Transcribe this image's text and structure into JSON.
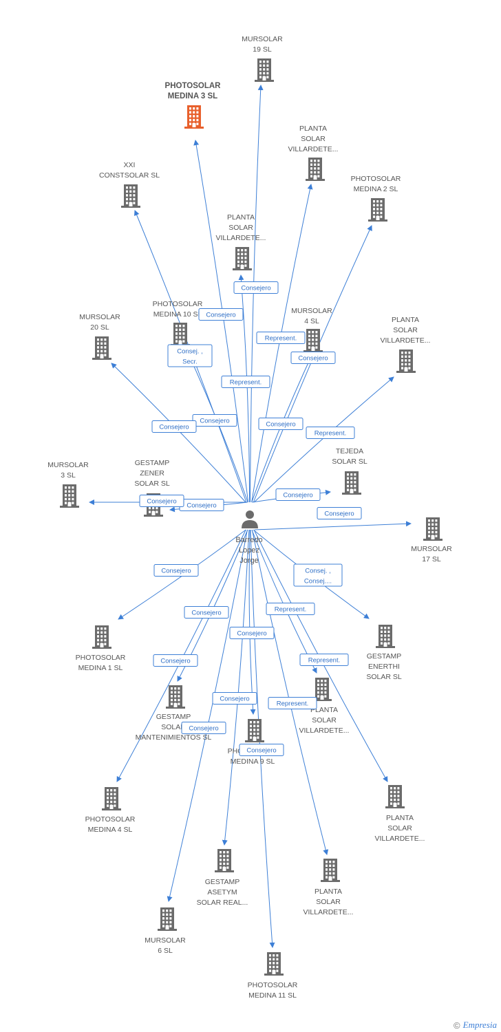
{
  "colors": {
    "edge": "#3d7fd6",
    "building": "#6b6b6b",
    "focus_building": "#e8602c",
    "person": "#6b6b6b"
  },
  "center": {
    "name_lines": [
      "Barredo",
      "Lopez",
      "Jorge"
    ],
    "icon": "person-icon"
  },
  "companies": [
    {
      "id": "photosolar-medina-3",
      "lines": [
        "PHOTOSOLAR",
        "MEDINA 3 SL"
      ],
      "focus": true
    },
    {
      "id": "mursolar-19",
      "lines": [
        "MURSOLAR",
        "19 SL"
      ]
    },
    {
      "id": "planta-villardete-a",
      "lines": [
        "PLANTA",
        "SOLAR",
        "VILLARDETE..."
      ]
    },
    {
      "id": "xxi-constsolar",
      "lines": [
        "XXI",
        "CONSTSOLAR SL"
      ]
    },
    {
      "id": "photosolar-medina-2",
      "lines": [
        "PHOTOSOLAR",
        "MEDINA 2 SL"
      ]
    },
    {
      "id": "planta-villardete-b",
      "lines": [
        "PLANTA",
        "SOLAR",
        "VILLARDETE..."
      ]
    },
    {
      "id": "photosolar-medina-10",
      "lines": [
        "PHOTOSOLAR",
        "MEDINA 10 SL"
      ]
    },
    {
      "id": "mursolar-4",
      "lines": [
        "MURSOLAR",
        "4 SL"
      ]
    },
    {
      "id": "mursolar-20",
      "lines": [
        "MURSOLAR",
        "20 SL"
      ]
    },
    {
      "id": "planta-villardete-c",
      "lines": [
        "PLANTA",
        "SOLAR",
        "VILLARDETE..."
      ]
    },
    {
      "id": "tejeda-solar",
      "lines": [
        "TEJEDA",
        "SOLAR  SL"
      ]
    },
    {
      "id": "mursolar-3",
      "lines": [
        "MURSOLAR",
        "3 SL"
      ]
    },
    {
      "id": "gestamp-zener",
      "lines": [
        "GESTAMP",
        "ZENER",
        "SOLAR SL"
      ]
    },
    {
      "id": "mursolar-17",
      "lines": [
        "MURSOLAR",
        "17 SL"
      ]
    },
    {
      "id": "photosolar-medina-1",
      "lines": [
        "PHOTOSOLAR",
        "MEDINA 1 SL"
      ]
    },
    {
      "id": "gestamp-enerthi",
      "lines": [
        "GESTAMP",
        "ENERTHI",
        "SOLAR SL"
      ]
    },
    {
      "id": "gestamp-solar-mant",
      "lines": [
        "GESTAMP",
        "SOLAR",
        "MANTENIMIENTOS SL"
      ]
    },
    {
      "id": "planta-villardete-d",
      "lines": [
        "PLANTA",
        "SOLAR",
        "VILLARDETE..."
      ]
    },
    {
      "id": "photosolar-medina-9",
      "lines": [
        "PHOTOSOLAR",
        "MEDINA 9 SL"
      ]
    },
    {
      "id": "photosolar-medina-4",
      "lines": [
        "PHOTOSOLAR",
        "MEDINA 4 SL"
      ]
    },
    {
      "id": "planta-villardete-e",
      "lines": [
        "PLANTA",
        "SOLAR",
        "VILLARDETE..."
      ]
    },
    {
      "id": "gestamp-asetym",
      "lines": [
        "GESTAMP",
        "ASETYM",
        "SOLAR REAL..."
      ]
    },
    {
      "id": "planta-villardete-f",
      "lines": [
        "PLANTA",
        "SOLAR",
        "VILLARDETE..."
      ]
    },
    {
      "id": "mursolar-6",
      "lines": [
        "MURSOLAR",
        "6 SL"
      ]
    },
    {
      "id": "photosolar-medina-11",
      "lines": [
        "PHOTOSOLAR",
        "MEDINA 11 SL"
      ]
    }
  ],
  "edges": [
    {
      "to": "photosolar-medina-3",
      "label": [
        "Consej. ,",
        "Secr."
      ]
    },
    {
      "to": "mursolar-19",
      "label": [
        "Represent."
      ]
    },
    {
      "to": "planta-villardete-a",
      "label": [
        "Represent."
      ]
    },
    {
      "to": "xxi-constsolar",
      "label": [
        "Consejero"
      ]
    },
    {
      "to": "photosolar-medina-2",
      "label": [
        "Consejero"
      ]
    },
    {
      "to": "planta-villardete-b",
      "label": [
        "Consejero"
      ]
    },
    {
      "to": "photosolar-medina-10",
      "label": [
        "Consejero"
      ]
    },
    {
      "to": "mursolar-4",
      "label": [
        "Consejero"
      ]
    },
    {
      "to": "mursolar-20",
      "label": [
        "Consejero"
      ]
    },
    {
      "to": "planta-villardete-c",
      "label": [
        "Represent."
      ]
    },
    {
      "to": "tejeda-solar",
      "label": [
        "Consejero"
      ]
    },
    {
      "to": "mursolar-3",
      "label": [
        "Consejero"
      ]
    },
    {
      "to": "gestamp-zener",
      "label": [
        "Consejero"
      ]
    },
    {
      "to": "mursolar-17",
      "label": [
        "Consejero"
      ]
    },
    {
      "to": "photosolar-medina-1",
      "label": [
        "Consejero"
      ]
    },
    {
      "to": "gestamp-enerthi",
      "label": [
        "Consej. ,",
        "Consej...."
      ]
    },
    {
      "to": "gestamp-solar-mant",
      "label": [
        "Consejero"
      ]
    },
    {
      "to": "planta-villardete-d",
      "label": [
        "Represent."
      ]
    },
    {
      "to": "photosolar-medina-9",
      "label": [
        "Consejero"
      ]
    },
    {
      "to": "photosolar-medina-4",
      "label": [
        "Consejero"
      ]
    },
    {
      "to": "planta-villardete-e",
      "label": [
        "Represent."
      ]
    },
    {
      "to": "gestamp-asetym",
      "label": [
        "Consejero"
      ]
    },
    {
      "to": "planta-villardete-f",
      "label": [
        "Represent."
      ]
    },
    {
      "to": "mursolar-6",
      "label": [
        "Consejero"
      ]
    },
    {
      "to": "photosolar-medina-11",
      "label": [
        "Consejero"
      ]
    }
  ],
  "footer": {
    "copyright": "©",
    "brand_initial": "E",
    "brand_rest": "mpresia"
  }
}
